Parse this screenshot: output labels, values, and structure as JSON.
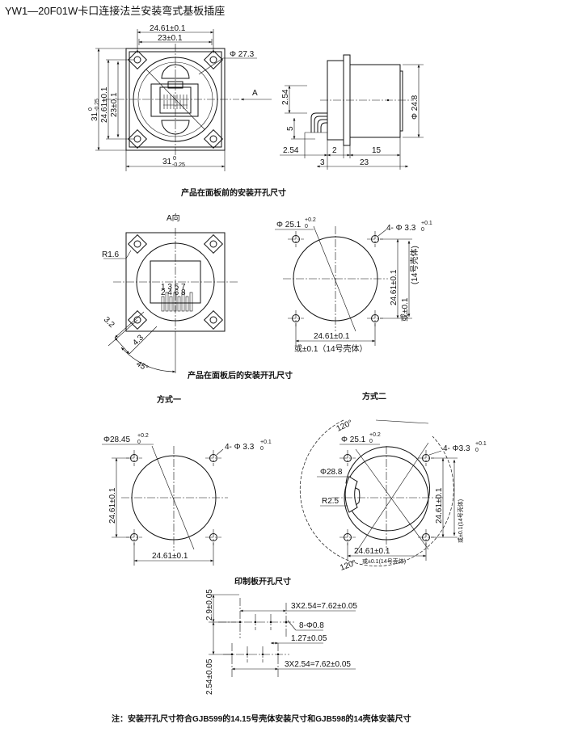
{
  "title": "YW1—20F01W卡口连接法兰安装弯式基板插座",
  "top_view": {
    "dim_24_61": "24.61±0.1",
    "dim_23": "23±0.1",
    "dim_phi27": "Φ 27.3",
    "dim_31_left": "31",
    "dim_31_left_tol_upper": "0",
    "dim_31_left_tol_lower": "-0.25",
    "dim_24_61_v": "24.61±0.1",
    "dim_23_v": "23±0.1",
    "dim_31_bottom": "31",
    "dim_31_bottom_tol_upper": "0",
    "dim_31_bottom_tol_lower": "-0.25",
    "view_a": "A"
  },
  "side_view": {
    "dim_2_54_top": "2.54",
    "dim_5": "5",
    "dim_2_54_bottom": "2.54",
    "dim_2": "2",
    "dim_15": "15",
    "dim_3": "3",
    "dim_23": "23",
    "dim_phi24_8": "Φ 24.8"
  },
  "section_front": {
    "caption": "产品在面板前的安装开孔尺寸",
    "a_view": "A向",
    "r1_6": "R1.6",
    "pins_top": "1 3 5 7",
    "pins_bottom": "2 4 6 8",
    "dim_3_2": "3.2",
    "dim_4_3": "4.3",
    "dim_45": "45°",
    "cut_phi25": "Φ 25.1",
    "cut_phi25_tol_upper": "+0.2",
    "cut_phi25_tol_lower": "0",
    "cut_holes": "4- Φ 3.3",
    "cut_holes_tol_upper": "+0.1",
    "cut_holes_tol_lower": "0",
    "cut_24_61_v": "24.61±0.1",
    "cut_alt_v": "(14号壳体)",
    "cut_or_23_v": "或±0.1",
    "cut_24_61_h": "24.61±0.1",
    "cut_or_23_h": "或±0.1（14号壳体）"
  },
  "section_rear": {
    "caption": "产品在面板后的安装开孔尺寸",
    "method1": "方式一",
    "method2": "方式二",
    "m1_phi28": "Φ28.45",
    "m1_phi28_tol_upper": "+0.2",
    "m1_phi28_tol_lower": "0",
    "m1_holes": "4- Φ 3.3",
    "m1_holes_tol_upper": "+0.1",
    "m1_holes_tol_lower": "0",
    "m1_24_61_v": "24.61±0.1",
    "m1_24_61_h": "24.61±0.1",
    "m2_120_top": "120°",
    "m2_phi25": "Φ 25.1",
    "m2_phi25_tol_upper": "+0.2",
    "m2_phi25_tol_lower": "0",
    "m2_holes": "4- Φ3.3",
    "m2_holes_tol_upper": "+0.1",
    "m2_holes_tol_lower": "0",
    "m2_phi28_8": "Φ28.8",
    "m2_r2_5": "R2.5",
    "m2_24_61_v": "24.61±0.1",
    "m2_or_v": "或±0.1(14号壳体)",
    "m2_24_61_h": "24.61±0.1",
    "m2_or_h": "或±0.1(14号壳体)",
    "m2_120_bottom": "120°"
  },
  "pcb": {
    "caption": "印制板开孔尺寸",
    "dim_2_9": "2.9±0.05",
    "dim_3x_top": "3X2.54=7.62±0.05",
    "dim_holes": "8-Φ0.8",
    "dim_1_27": "1.27±0.05",
    "dim_3x_bottom": "3X2.54=7.62±0.05",
    "dim_2_54": "2.54±0.05"
  },
  "note": "注：安装开孔尺寸符合GJB599的14.15号壳体安装尺寸和GJB598的14壳体安装尺寸"
}
